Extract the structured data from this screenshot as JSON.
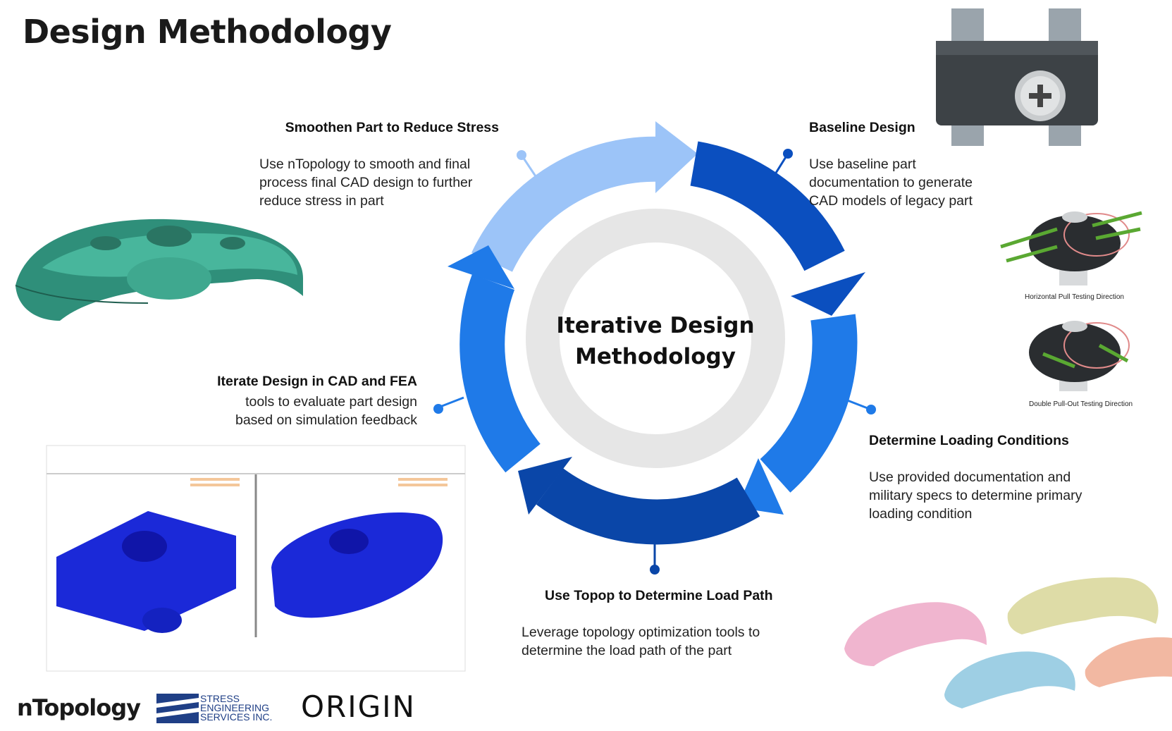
{
  "page_title": "Design Methodology",
  "center_label_line1": "Iterative Design",
  "center_label_line2": "Methodology",
  "steps": {
    "smoothen": {
      "title": "Smoothen Part to Reduce Stress",
      "desc": [
        "Use nTopology to smooth and final",
        "process final CAD design to further",
        "reduce stress in part"
      ]
    },
    "baseline": {
      "title": "Baseline Design",
      "desc": [
        "Use baseline part",
        "documentation to generate",
        "CAD models of legacy part"
      ]
    },
    "loading": {
      "title": "Determine Loading Conditions",
      "desc": [
        "Use provided documentation and",
        "military specs to determine primary",
        "loading condition"
      ]
    },
    "topop": {
      "title": "Use Topop to Determine Load Path",
      "desc": [
        "Leverage topology optimization tools to",
        "determine the load path of the part"
      ]
    },
    "iterate": {
      "title": "Iterate Design in CAD and FEA",
      "desc": [
        "tools to evaluate part design",
        "based on simulation feedback"
      ]
    }
  },
  "captions": {
    "horizontal": "Horizontal Pull Testing Direction",
    "double": "Double Pull-Out Testing Direction"
  },
  "logos": {
    "ntopology": "nTopology",
    "stress_line1": "STRESS",
    "stress_line2": "ENGINEERING",
    "stress_line3": "SERVICES INC.",
    "origin": "ORIGIN"
  },
  "colors": {
    "light_blue": "#9cc4f8",
    "mid_blue": "#1f7ae8",
    "dark_blue": "#0b4fbf",
    "navy": "#0a46a8",
    "inner_ring": "#e6e6e6"
  }
}
